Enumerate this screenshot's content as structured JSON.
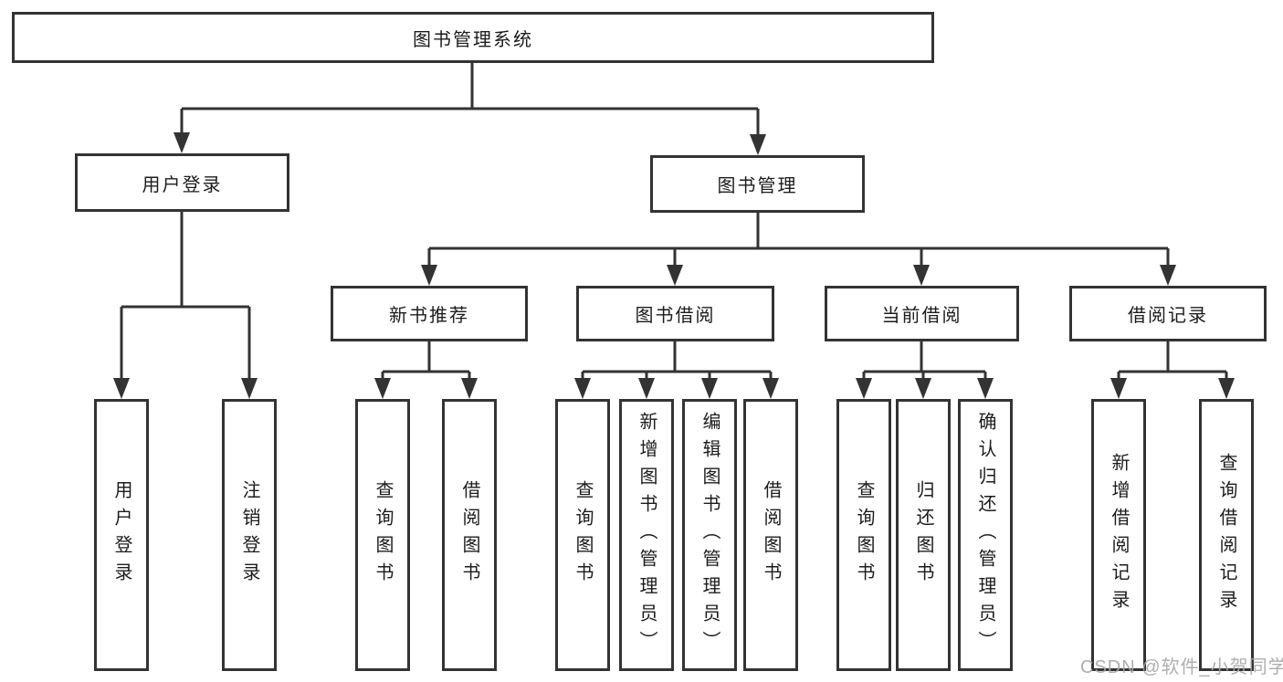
{
  "tree": {
    "label": "图书管理系统",
    "children": [
      {
        "label": "用户登录",
        "children": [
          {
            "label": "用户登录"
          },
          {
            "label": "注销登录"
          }
        ]
      },
      {
        "label": "图书管理",
        "children": [
          {
            "label": "新书推荐",
            "children": [
              {
                "label": "查询图书"
              },
              {
                "label": "借阅图书"
              }
            ]
          },
          {
            "label": "图书借阅",
            "children": [
              {
                "label": "查询图书"
              },
              {
                "label": "新增图书（管理员）"
              },
              {
                "label": "编辑图书（管理员）"
              },
              {
                "label": "借阅图书"
              }
            ]
          },
          {
            "label": "当前借阅",
            "children": [
              {
                "label": "查询图书"
              },
              {
                "label": "归还图书"
              },
              {
                "label": "确认归还（管理员）"
              }
            ]
          },
          {
            "label": "借阅记录",
            "children": [
              {
                "label": "新增借阅记录"
              },
              {
                "label": "查询借阅记录"
              }
            ]
          }
        ]
      }
    ]
  },
  "watermark": "CSDN @软件_小贺同学",
  "colors": {
    "line": "#333333",
    "text": "#1c1c1c",
    "box_background": "#ffffff",
    "watermark": "#a6a6a6"
  }
}
